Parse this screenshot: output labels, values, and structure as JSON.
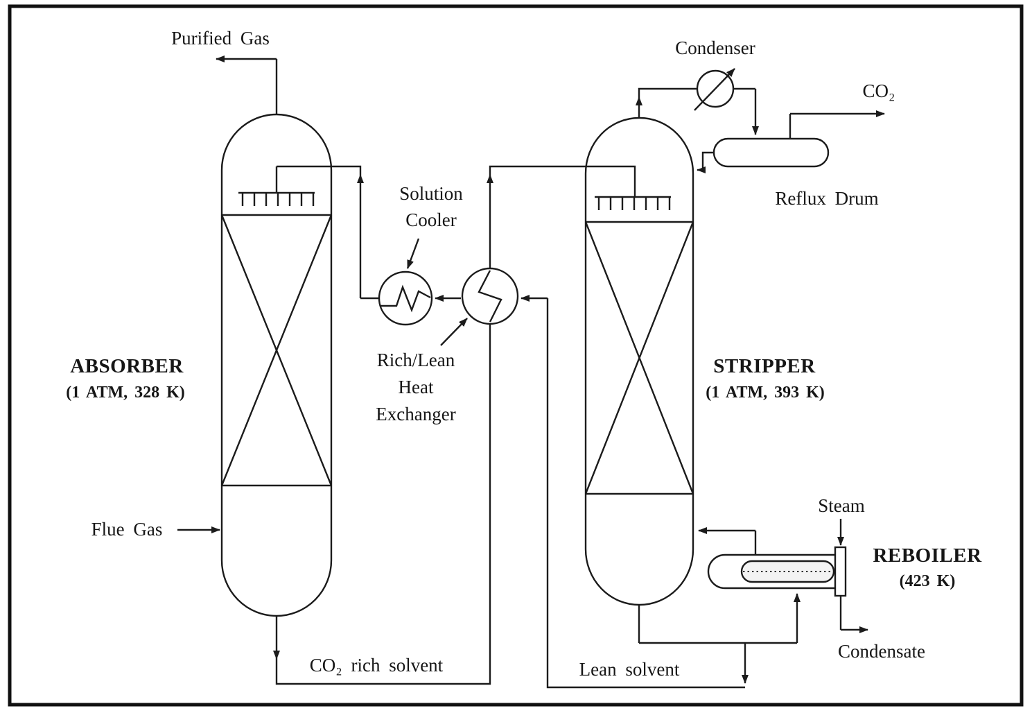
{
  "diagram": {
    "streams": {
      "purified_gas": "Purified Gas",
      "flue_gas": "Flue Gas",
      "co2_rich_solvent": "CO₂ rich solvent",
      "lean_solvent": "Lean solvent",
      "co2": "CO₂",
      "steam": "Steam",
      "condensate": "Condensate"
    },
    "equipment": {
      "absorber": {
        "name": "ABSORBER",
        "conditions": "(1 ATM, 328 K)"
      },
      "stripper": {
        "name": "STRIPPER",
        "conditions": "(1 ATM, 393 K)"
      },
      "reboiler": {
        "name": "REBOILER",
        "conditions": "(423 K)"
      },
      "condenser": {
        "name": "Condenser"
      },
      "reflux_drum": {
        "name": "Reflux Drum"
      },
      "solution_cooler": {
        "line1": "Solution",
        "line2": "Cooler"
      },
      "rich_lean_hx": {
        "line1": "Rich/Lean",
        "line2": "Heat",
        "line3": "Exchanger"
      }
    },
    "colors": {
      "line": "#1b1b1b",
      "background": "#ffffff"
    }
  }
}
